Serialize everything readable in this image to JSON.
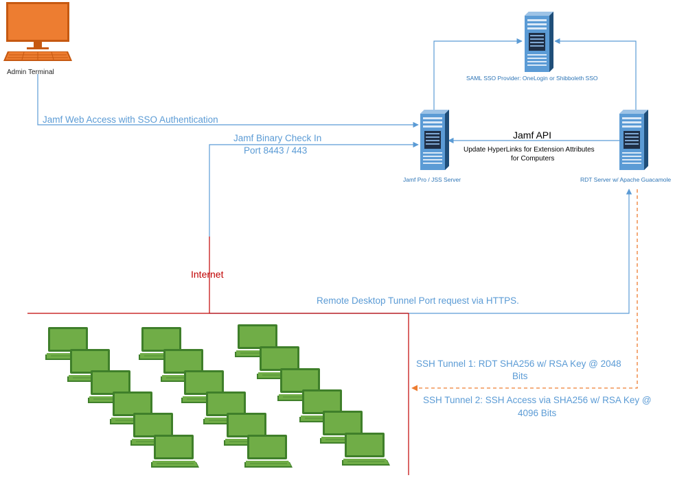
{
  "colors": {
    "connector": "#5b9bd5",
    "ssh_tunnel": "#ed7d31",
    "internet_line": "#c00000",
    "terminal_orange": "#ed7d31",
    "laptop_green": "#70ad47",
    "server_blue": "#5b9bd5"
  },
  "nodes": {
    "admin_terminal": {
      "label": "Admin Terminal",
      "icon": "desktop-computer-icon"
    },
    "jamf_server": {
      "label": "Jamf Pro / JSS Server",
      "icon": "server-tower-icon"
    },
    "saml_server": {
      "label": "SAML SSO Provider: OneLogin or Shibboleth SSO",
      "icon": "server-tower-icon"
    },
    "rdt_server": {
      "label": "RDT Server w/ Apache Guacamole",
      "icon": "server-tower-icon"
    },
    "clients": {
      "icon": "laptop-icon",
      "count": 18
    }
  },
  "edges": {
    "web_access": {
      "label": "Jamf Web Access with SSO Authentication"
    },
    "binary_checkin": {
      "label_line1": "Jamf Binary Check In",
      "label_line2": "Port 8443 / 443"
    },
    "jamf_api": {
      "title": "Jamf API",
      "label_line1": "Update HyperLinks for Extension Attributes",
      "label_line2": "for Computers"
    },
    "rdt_request": {
      "label": "Remote Desktop Tunnel Port request via HTTPS."
    },
    "ssh_tunnel_1": {
      "label_line1": "SSH Tunnel 1:  RDT SHA256 w/ RSA Key @ 2048",
      "label_line2": "Bits"
    },
    "ssh_tunnel_2": {
      "label_line1": "SSH Tunnel 2: SSH Access via SHA256 w/ RSA Key @",
      "label_line2": "4096 Bits"
    }
  },
  "internet": {
    "label": "Internet"
  }
}
